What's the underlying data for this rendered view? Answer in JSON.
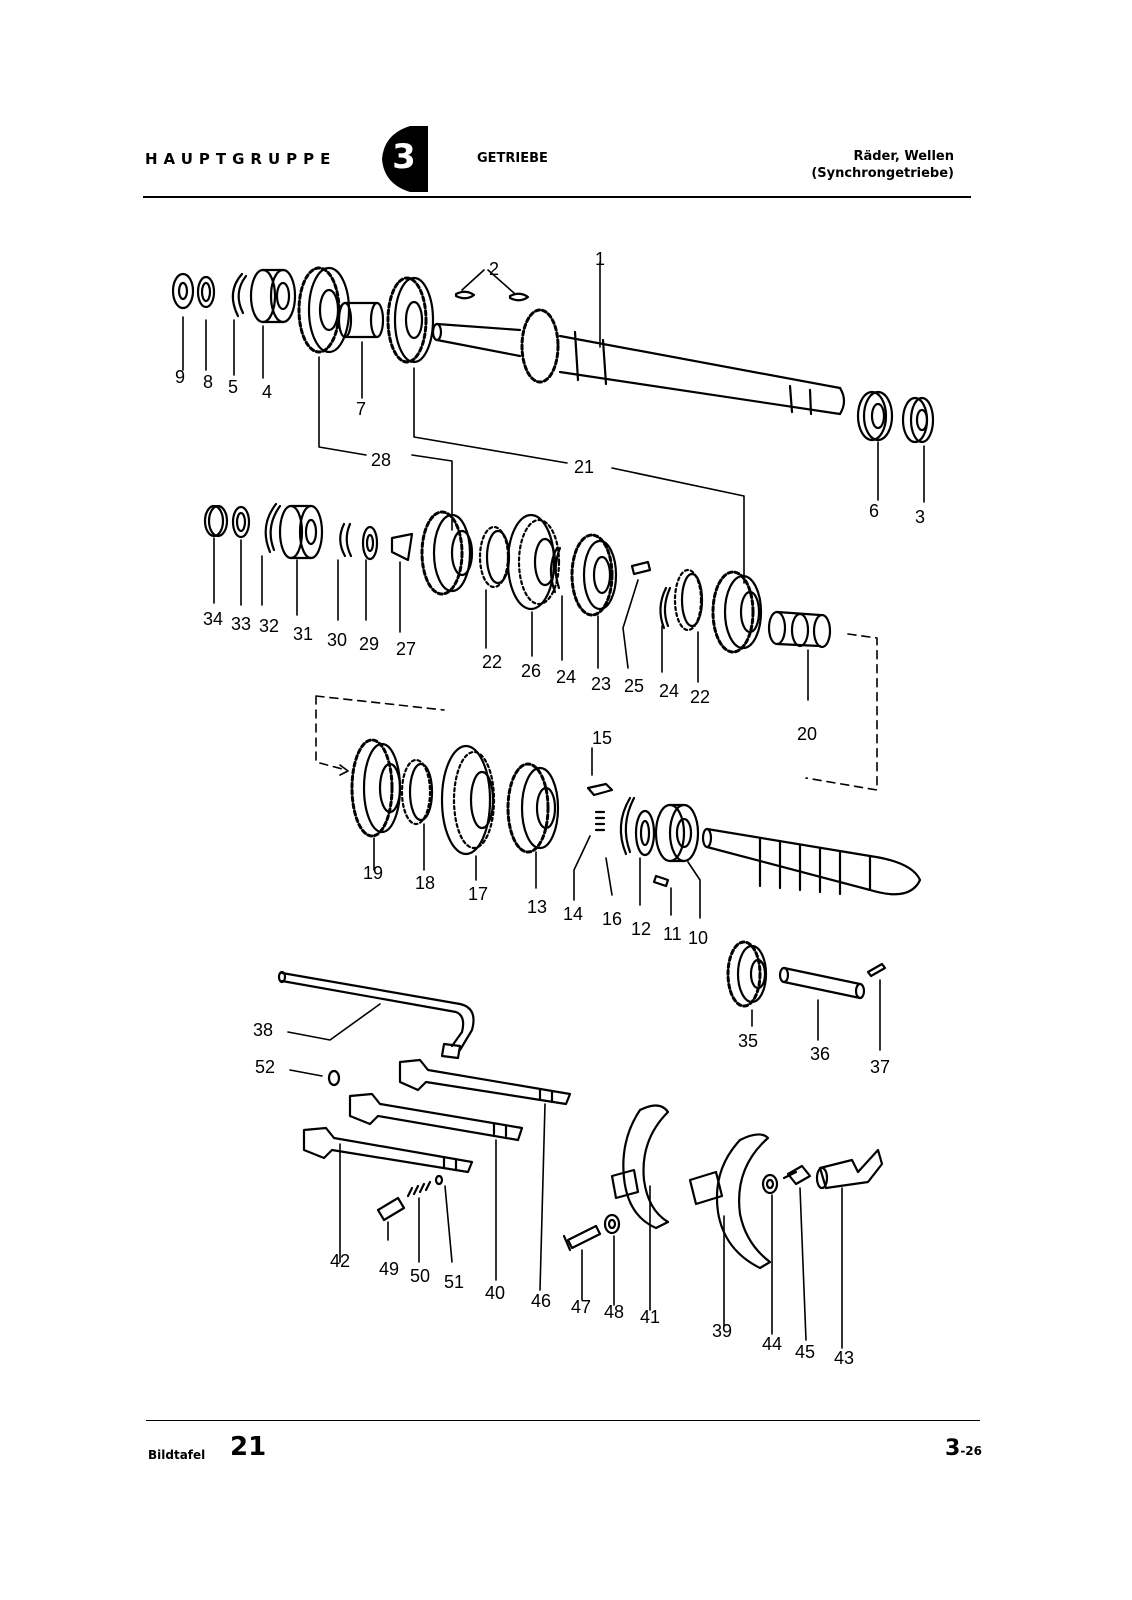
{
  "header": {
    "group_label": "HAUPTGRUPPE",
    "group_number": "3",
    "group_name": "GETRIEBE",
    "section_line1": "Räder, Wellen",
    "section_line2": "(Synchrongetriebe)"
  },
  "diagram": {
    "part_numbers": {
      "p1": "1",
      "p2": "2",
      "p3": "3",
      "p4": "4",
      "p5": "5",
      "p6": "6",
      "p7": "7",
      "p8": "8",
      "p9": "9",
      "p10": "10",
      "p11": "11",
      "p12": "12",
      "p13": "13",
      "p14": "14",
      "p15": "15",
      "p16": "16",
      "p17": "17",
      "p18": "18",
      "p19": "19",
      "p20": "20",
      "p21": "21",
      "p22a": "22",
      "p22b": "22",
      "p23": "23",
      "p24a": "24",
      "p24b": "24",
      "p25": "25",
      "p26": "26",
      "p27": "27",
      "p28": "28",
      "p29": "29",
      "p30": "30",
      "p31": "31",
      "p32": "32",
      "p33": "33",
      "p34": "34",
      "p35": "35",
      "p36": "36",
      "p37": "37",
      "p38": "38",
      "p39": "39",
      "p40": "40",
      "p41": "41",
      "p42": "42",
      "p43": "43",
      "p44": "44",
      "p45": "45",
      "p46": "46",
      "p47": "47",
      "p48": "48",
      "p49": "49",
      "p50": "50",
      "p51": "51",
      "p52": "52"
    }
  },
  "footer": {
    "plate_label": "Bildtafel",
    "plate_number": "21",
    "page_main": "3",
    "page_sub": "-26"
  }
}
